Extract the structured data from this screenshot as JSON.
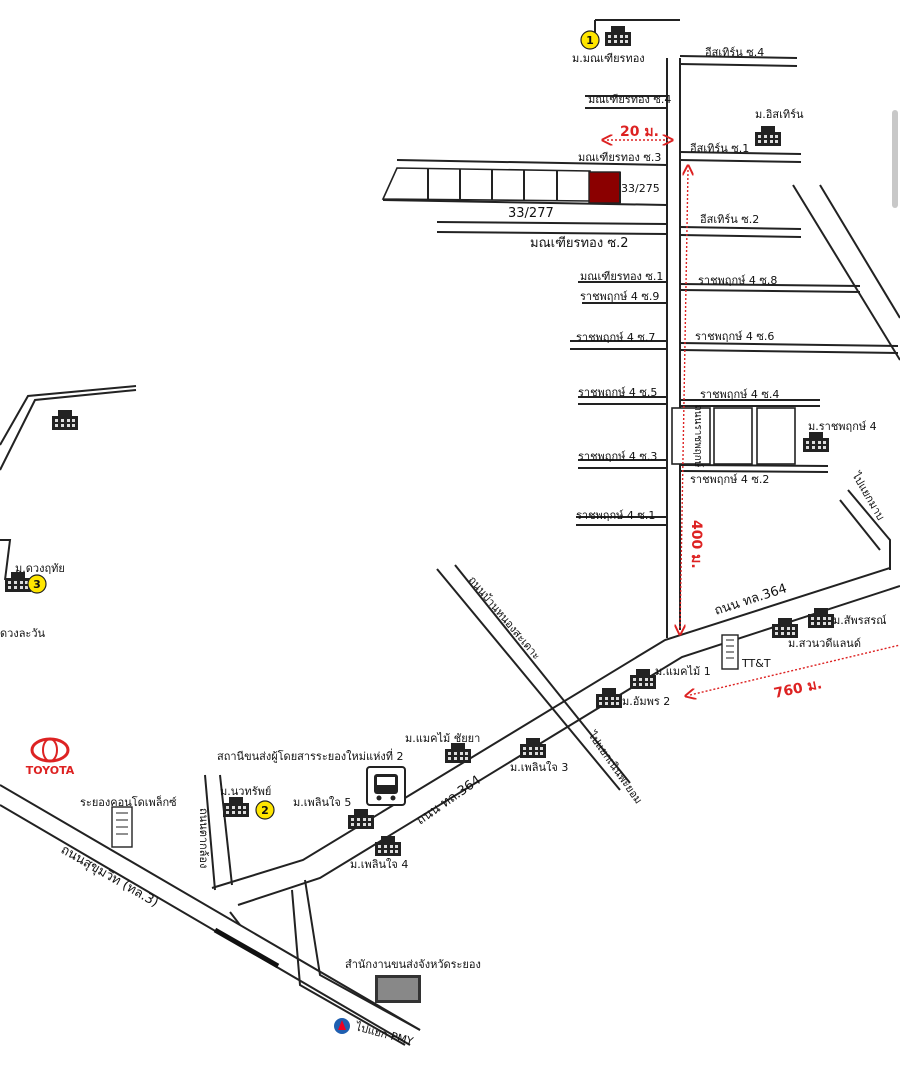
{
  "markers": [
    {
      "num": "1",
      "name": "ม.มณเฑียรทอง"
    },
    {
      "num": "2",
      "name": "ม.นวทรัพย์"
    },
    {
      "num": "3",
      "name": "ม.ดวงฤทัย"
    }
  ],
  "villages": {
    "isarin": "ม.อิสเทิร์น",
    "ratchaphruek": "ม.ราชพฤกษ์ 4",
    "sapparot": "ม.สัพรสรณ์",
    "suanwadee": "ม.สวนวดีแลนด์",
    "maekmai1": "ม.แมคไม้ 1",
    "amporn2": "ม.อัมพร 2",
    "maekmai_chompoo": "ม.แมคไม้ ชัยยา",
    "ploenjai3": "ม.เพลินใจ 3",
    "ploenjai4": "ม.เพลินใจ 4",
    "ploenjai5": "ม.เพลินใจ 5",
    "duangsawan": "ดวงละวัน"
  },
  "streets": {
    "eastern4": "อีสเทิร์น ซ.4",
    "eastern1": "อีสเทิร์น ซ.1",
    "eastern2": "อีสเทิร์น ซ.2",
    "mt4": "มณเฑียรทอง ซ.4",
    "mt3": "มณเฑียรทอง ซ.3",
    "mt2": "มณเฑียรทอง ซ.2",
    "mt1": "มณเฑียรทอง ซ.1",
    "rp8": "ราชพฤกษ์ 4 ซ.8",
    "rp9": "ราชพฤกษ์ 4 ซ.9",
    "rp7": "ราชพฤกษ์ 4 ซ.7",
    "rp6": "ราชพฤกษ์ 4 ซ.6",
    "rp5": "ราชพฤกษ์ 4 ซ.5",
    "rp4": "ราชพฤกษ์ 4 ซ.4",
    "rp3": "ราชพฤกษ์ 4 ซ.3",
    "rp2": "ราชพฤกษ์ 4 ซ.2",
    "rp1": "ราชพฤกษ์ 4 ซ.1",
    "rp_main": "ถนนราชพฤกษ์",
    "hwy364_a": "ถนน ทล.364",
    "hwy364_b": "ถนน ทล.364",
    "sukhumvit": "ถนนสุขุมวิท (ทล.3)",
    "nongsamet": "ถนนบ้านหนองสะเดาะ",
    "tapong": "ถนนตากล้อง",
    "to_ban_chang": "ไปแยกมาบ",
    "to_nongkho": "ไปแยกเนินพะยอม",
    "to_pmy": "ไปแยก PMY"
  },
  "plots": {
    "target": "33/275",
    "neighbor": "33/277"
  },
  "distances": {
    "d20": "20 ม.",
    "d400": "400 ม.",
    "d760": "760 ม."
  },
  "landmarks": {
    "ttt": "TT&T",
    "toyota": "TOYOTA",
    "bus_station": "สถานีขนส่งผู้โดยสารระยองใหม่แห่งที่ 2",
    "rayong_condo": "ระยองคอนโดเพล็กซ์",
    "transport_office": "สำนักงานขนส่งจังหวัดระยอง"
  },
  "colors": {
    "target_plot": "#8b0000",
    "marker": "#ffe600",
    "distance": "#d22222"
  }
}
